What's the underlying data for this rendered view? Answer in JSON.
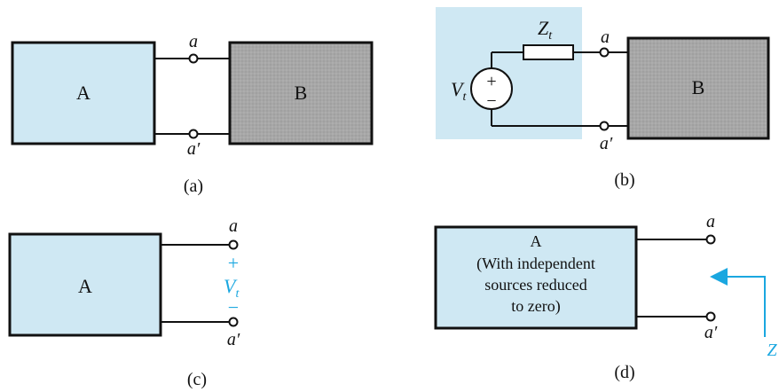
{
  "colors": {
    "block_fill": "#cfe8f3",
    "gray_fill": "#a7a7a7",
    "accent_blue": "#1aa7e0"
  },
  "panel_a": {
    "block_a": "A",
    "block_b": "B",
    "terminal_top": "a",
    "terminal_bottom": "a′",
    "caption": "(a)"
  },
  "panel_b": {
    "impedance": "Z",
    "impedance_sub": "t",
    "source_voltage": "V",
    "source_voltage_sub": "t",
    "source_plus": "+",
    "source_minus": "−",
    "terminal_top": "a",
    "terminal_bottom": "a′",
    "block_b": "B",
    "caption": "(b)"
  },
  "panel_c": {
    "block_a": "A",
    "terminal_top": "a",
    "terminal_bottom": "a′",
    "plus_sign": "+",
    "voltage": "V",
    "voltage_sub": "t",
    "minus_sign": "−",
    "caption": "(c)"
  },
  "panel_d": {
    "block_lines": [
      "A",
      "(With independent",
      "sources reduced",
      "to zero)"
    ],
    "terminal_top": "a",
    "terminal_bottom": "a′",
    "impedance_label": "Z",
    "caption": "(d)"
  }
}
